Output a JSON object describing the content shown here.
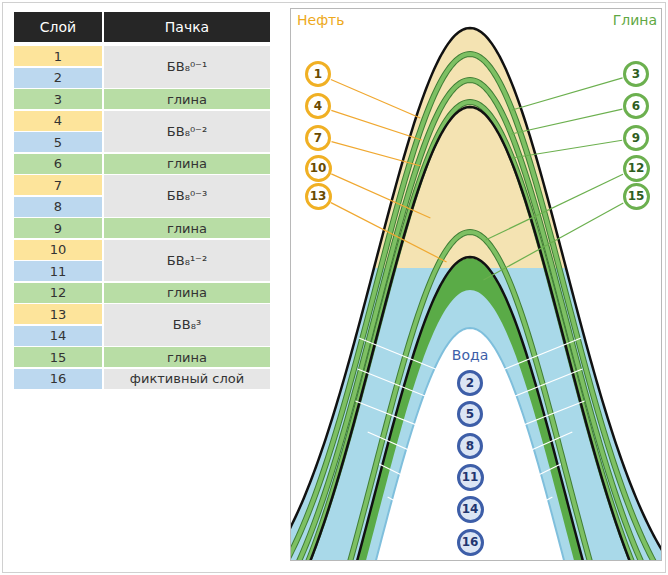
{
  "diagram": {
    "nodes": [
      {
        "text": [
          "1"
        ]
      },
      {
        "text": [
          "4"
        ]
      },
      {
        "text": [
          "7"
        ]
      },
      {
        "text": [
          "10"
        ]
      },
      {
        "text": [
          "13"
        ]
      },
      {
        "text": [
          "3"
        ]
      },
      {
        "text": [
          "6"
        ]
      },
      {
        "text": [
          "9"
        ]
      },
      {
        "text": [
          "12"
        ]
      },
      {
        "text": [
          "15"
        ]
      },
      {
        "text": [
          "2"
        ]
      },
      {
        "text": [
          "5"
        ]
      },
      {
        "text": [
          "8"
        ]
      },
      {
        "text": [
          "11"
        ]
      },
      {
        "text": [
          "14"
        ]
      },
      {
        "text": [
          "16"
        ]
      }
    ],
    "labels": [
      "Слой",
      "Пачка",
      "1",
      "БВ₈⁰⁻¹",
      "2",
      "3",
      "глина",
      "4",
      "БВ₈⁰⁻²",
      "5",
      "6",
      "глина",
      "7",
      "БВ₈⁰⁻³",
      "8",
      "9",
      "глина",
      "10",
      "БВ₈¹⁻²",
      "11",
      "12",
      "глина",
      "13",
      "БВ₈³",
      "14",
      "15",
      "глина",
      "16",
      "фиктивный слой",
      "Нефть",
      "Глина",
      "Вода"
    ]
  }
}
